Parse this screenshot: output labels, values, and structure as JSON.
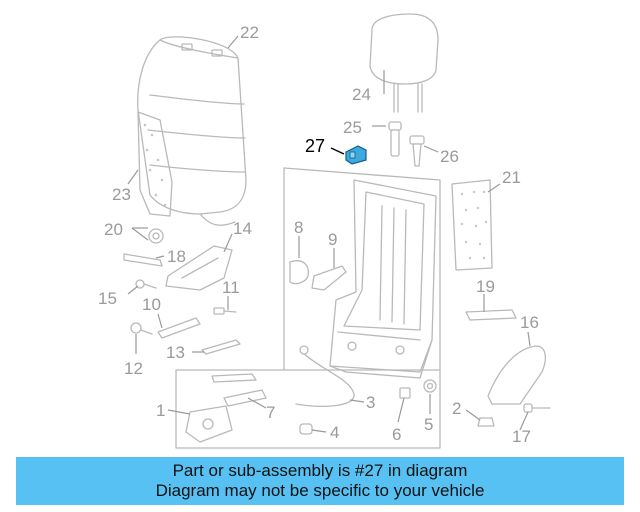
{
  "diagram": {
    "callouts": [
      {
        "id": "c22",
        "label": "22"
      },
      {
        "id": "c24",
        "label": "24"
      },
      {
        "id": "c25",
        "label": "25"
      },
      {
        "id": "c26",
        "label": "26"
      },
      {
        "id": "c27",
        "label": "27"
      },
      {
        "id": "c21",
        "label": "21"
      },
      {
        "id": "c23",
        "label": "23"
      },
      {
        "id": "c20",
        "label": "20"
      },
      {
        "id": "c14",
        "label": "14"
      },
      {
        "id": "c18",
        "label": "18"
      },
      {
        "id": "c8",
        "label": "8"
      },
      {
        "id": "c9",
        "label": "9"
      },
      {
        "id": "c15",
        "label": "15"
      },
      {
        "id": "c11",
        "label": "11"
      },
      {
        "id": "c10",
        "label": "10"
      },
      {
        "id": "c19",
        "label": "19"
      },
      {
        "id": "c16",
        "label": "16"
      },
      {
        "id": "c13",
        "label": "13"
      },
      {
        "id": "c12",
        "label": "12"
      },
      {
        "id": "c1",
        "label": "1"
      },
      {
        "id": "c7",
        "label": "7"
      },
      {
        "id": "c3",
        "label": "3"
      },
      {
        "id": "c5",
        "label": "5"
      },
      {
        "id": "c2",
        "label": "2"
      },
      {
        "id": "c4",
        "label": "4"
      },
      {
        "id": "c6",
        "label": "6"
      },
      {
        "id": "c17",
        "label": "17"
      }
    ],
    "highlight_color": "#3fa9dd",
    "line_color": "#b9b9b9",
    "label_color": "#9a9a9a"
  },
  "banner": {
    "line1": "Part or sub-assembly is #27 in diagram",
    "line2": "Diagram may not be specific to your vehicle",
    "background": "#56c1f2"
  }
}
